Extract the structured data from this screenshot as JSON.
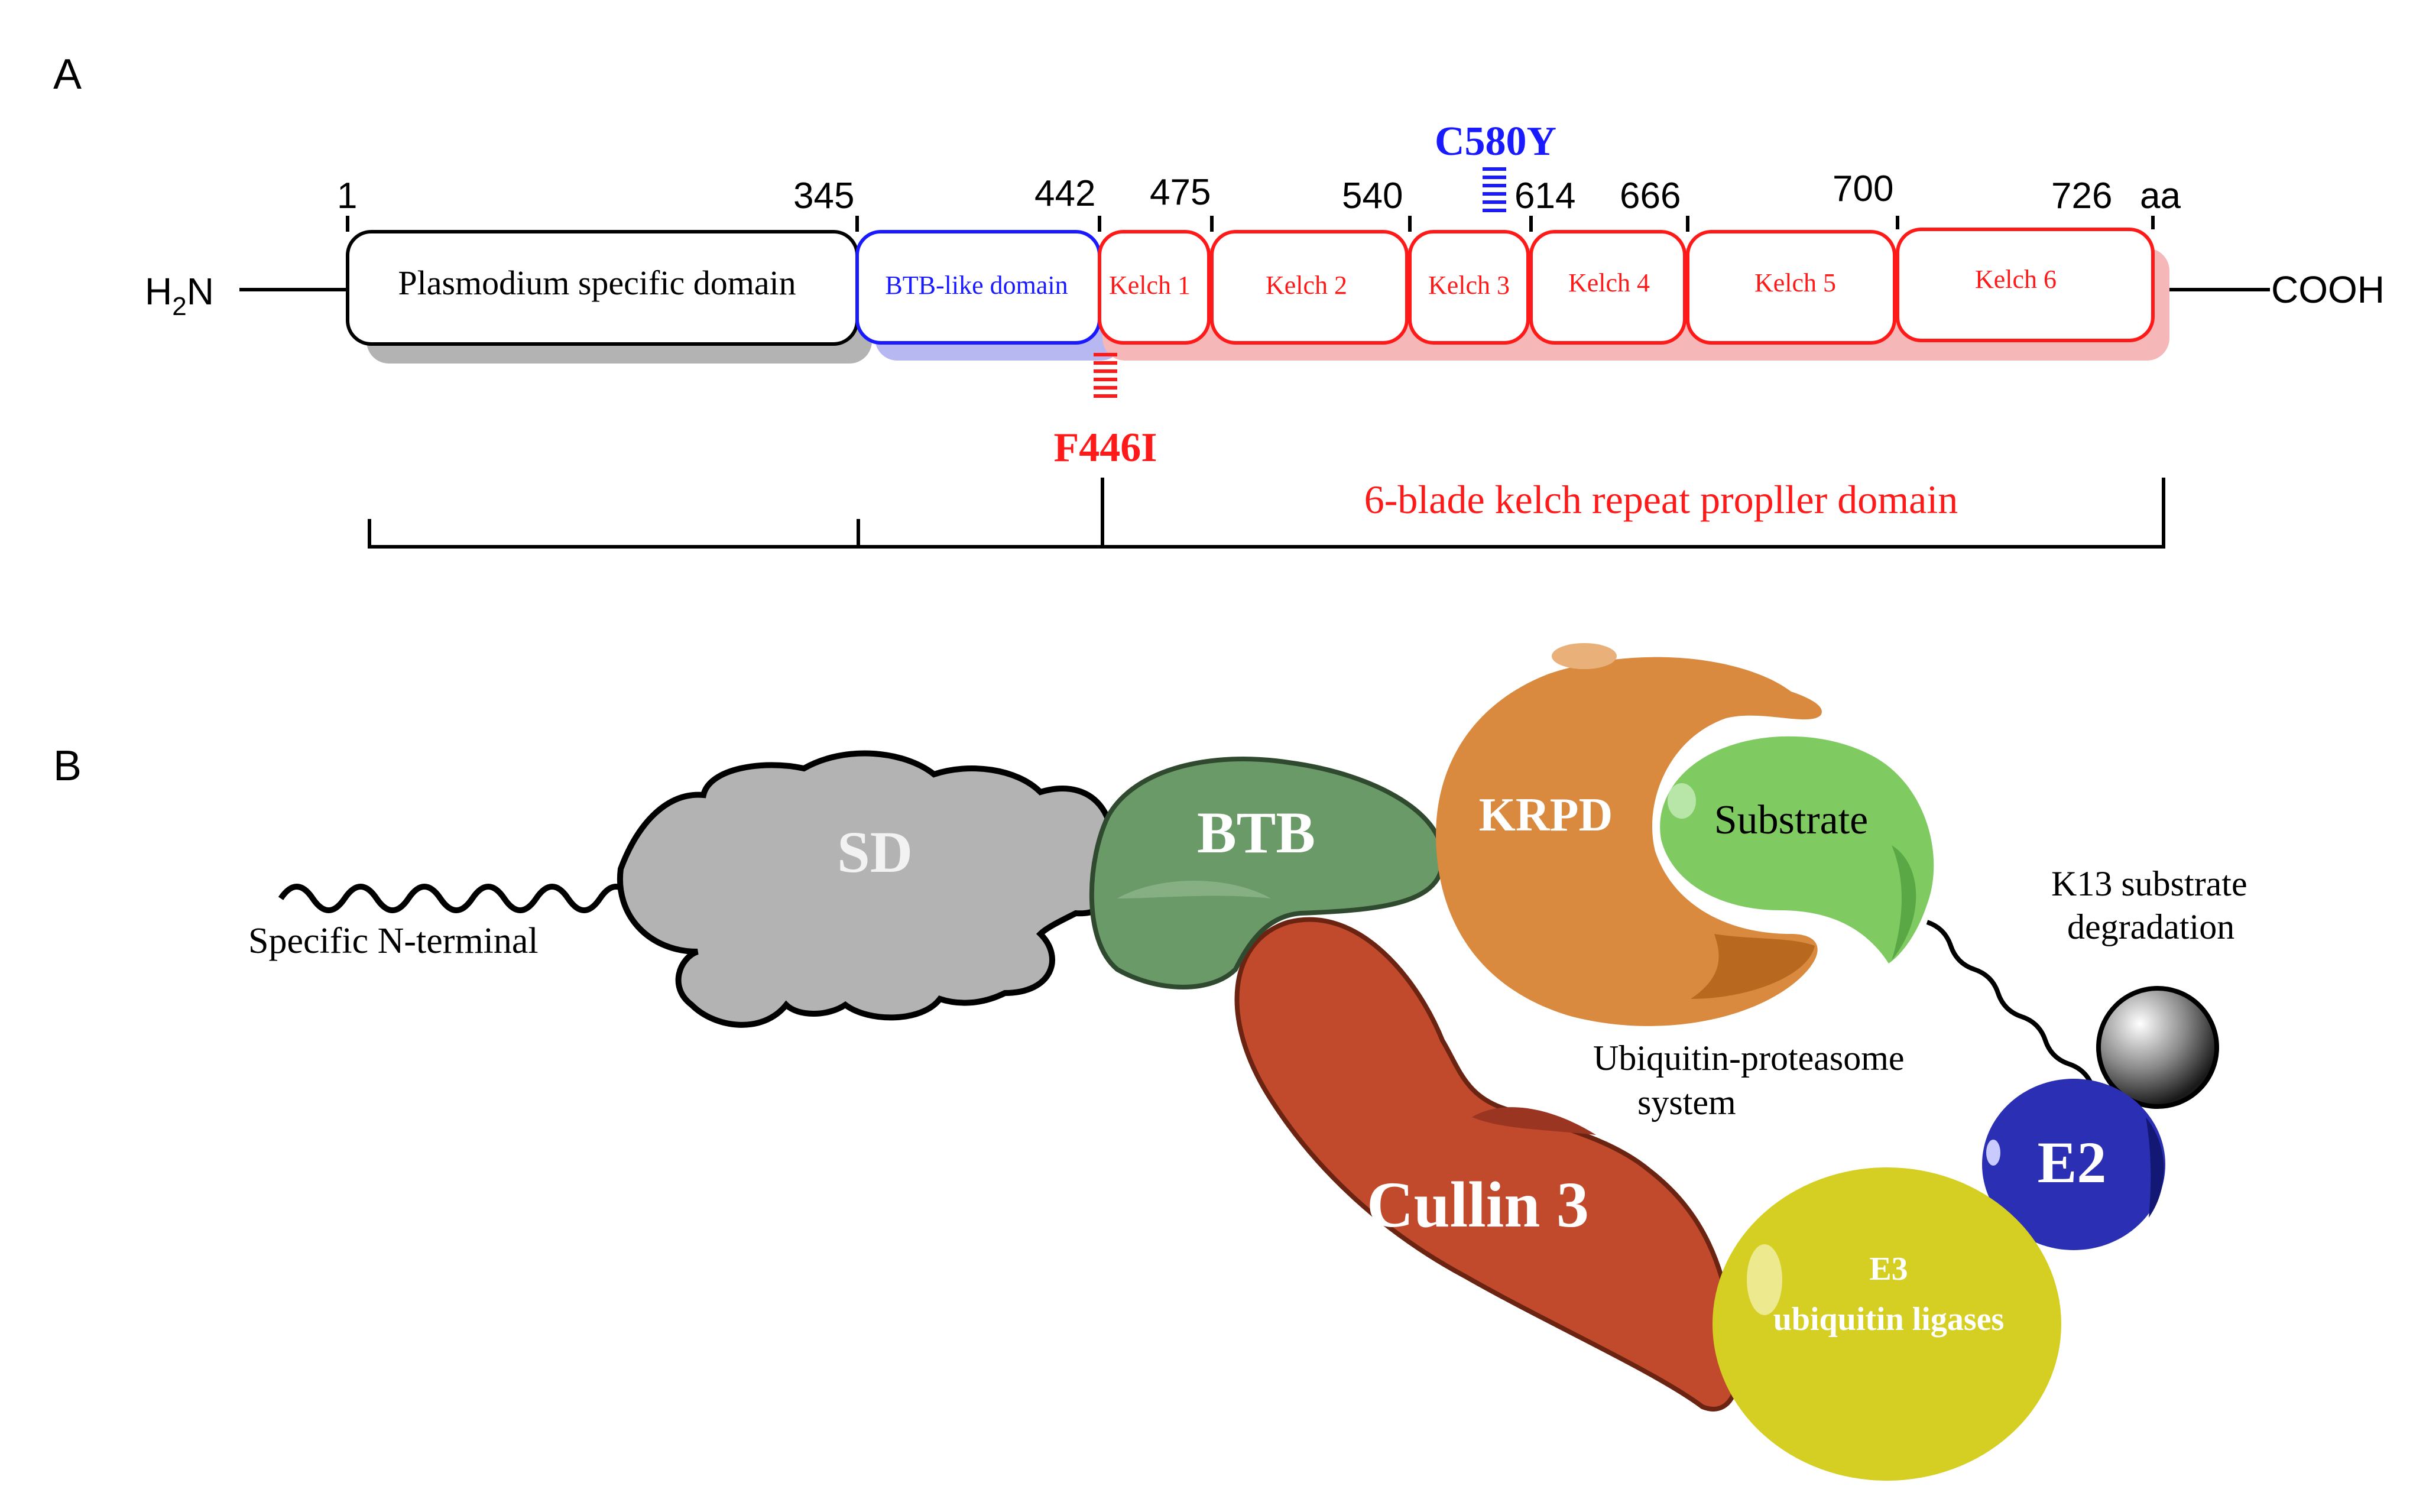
{
  "panel_a": {
    "label": "A",
    "n_terminus_prefix": "H",
    "n_terminus_sub": "2",
    "n_terminus_suffix": "N",
    "c_terminus": "COOH",
    "positions": [
      "1",
      "345",
      "442",
      "475",
      "540",
      "614",
      "666",
      "700",
      "726"
    ],
    "aa_unit": "aa",
    "domains": [
      {
        "label": "Plasmodium specific domain",
        "color": "#000000"
      },
      {
        "label": "BTB-like domain",
        "color": "#1a1aff"
      },
      {
        "label": "Kelch 1",
        "color": "#ff1a1a"
      },
      {
        "label": "Kelch 2",
        "color": "#ff1a1a"
      },
      {
        "label": "Kelch 3",
        "color": "#ff1a1a"
      },
      {
        "label": "Kelch 4",
        "color": "#ff1a1a"
      },
      {
        "label": "Kelch 5",
        "color": "#ff1a1a"
      },
      {
        "label": "Kelch 6",
        "color": "#ff1a1a"
      }
    ],
    "mutations": [
      {
        "label": "C580Y",
        "color": "#1a1aff"
      },
      {
        "label": "F446I",
        "color": "#ff1a1a"
      }
    ],
    "bracket_label": "6-blade kelch repeat propller domain"
  },
  "panel_b": {
    "label": "B",
    "n_terminal_label": "Specific N-terminal",
    "sd": "SD",
    "btb": "BTB",
    "krpd": "KRPD",
    "substrate": "Substrate",
    "k13_line1": "K13 substrate",
    "k13_line2": "degradation",
    "ups_line1": "Ubiquitin-proteasome",
    "ups_line2": "system",
    "cullin": "Cullin 3",
    "e2": "E2",
    "e3_line1": "E3",
    "e3_line2": "ubiquitin ligases"
  },
  "colors": {
    "sd": "#b3b3b3",
    "btb": "#6a9a68",
    "krpd": "#d98a3e",
    "substrate": "#7fcb62",
    "cullin": "#c24a2c",
    "e3": "#d4cf22",
    "e2": "#2b2fb3"
  }
}
